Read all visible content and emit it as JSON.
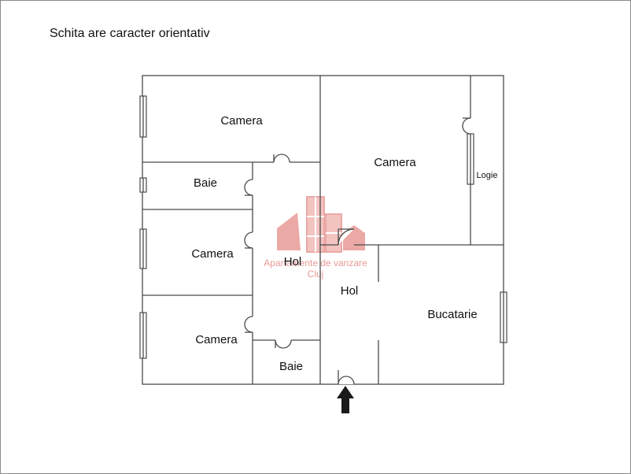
{
  "caption": "Schita are caracter orientativ",
  "rooms": {
    "camera_top": "Camera",
    "camera_right": "Camera",
    "logie": "Logie",
    "baie_top": "Baie",
    "camera_mid": "Camera",
    "hol_left": "Hol",
    "hol_right": "Hol",
    "bucatarie": "Bucatarie",
    "camera_bottom": "Camera",
    "baie_bottom": "Baie"
  },
  "watermark": {
    "line1": "Apartamente de vanzare",
    "line2": "Cluj",
    "color": "#e89a96"
  },
  "colors": {
    "wall": "#4a4a4a",
    "entry_arrow": "#1a1a1a"
  }
}
